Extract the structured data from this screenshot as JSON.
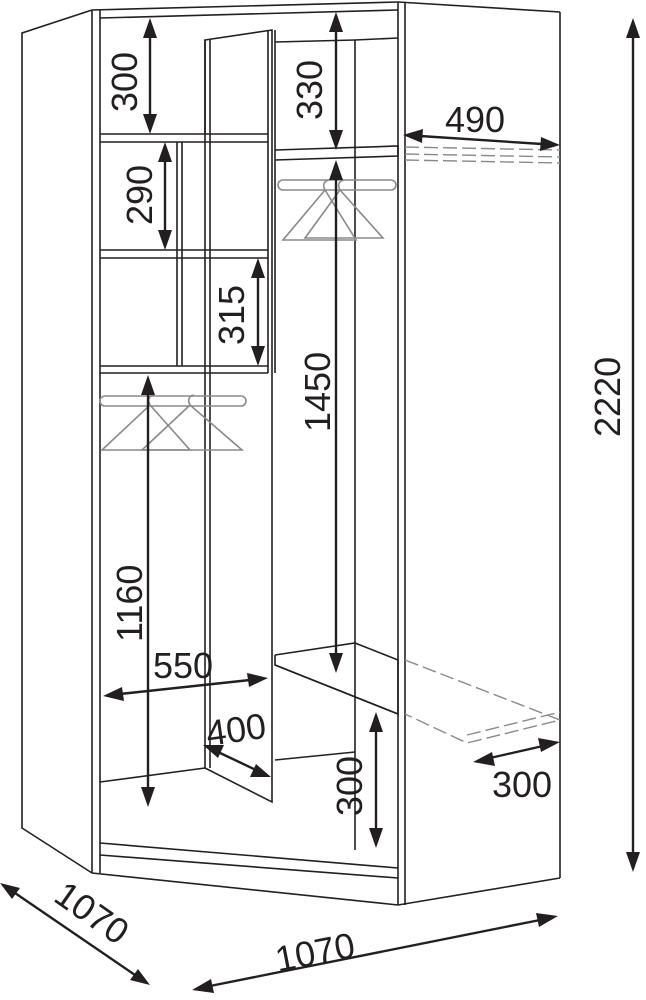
{
  "dimensions": {
    "top_left_compartment": "300",
    "top_right_compartment": "330",
    "left_shelf_pitch": "290",
    "left_lower_pitch": "315",
    "right_hanging_height": "1450",
    "left_hanging_height": "1160",
    "shelf_depth": "490",
    "total_height": "2220",
    "inner_width": "550",
    "door_width": "400",
    "bottom_compartment": "300",
    "bottom_shelf_depth": "300",
    "side_depth_left": "1070",
    "side_depth_right": "1070"
  },
  "colors": {
    "line": "#231f20",
    "accent_grey": "#8a8a8a",
    "background": "#ffffff"
  }
}
